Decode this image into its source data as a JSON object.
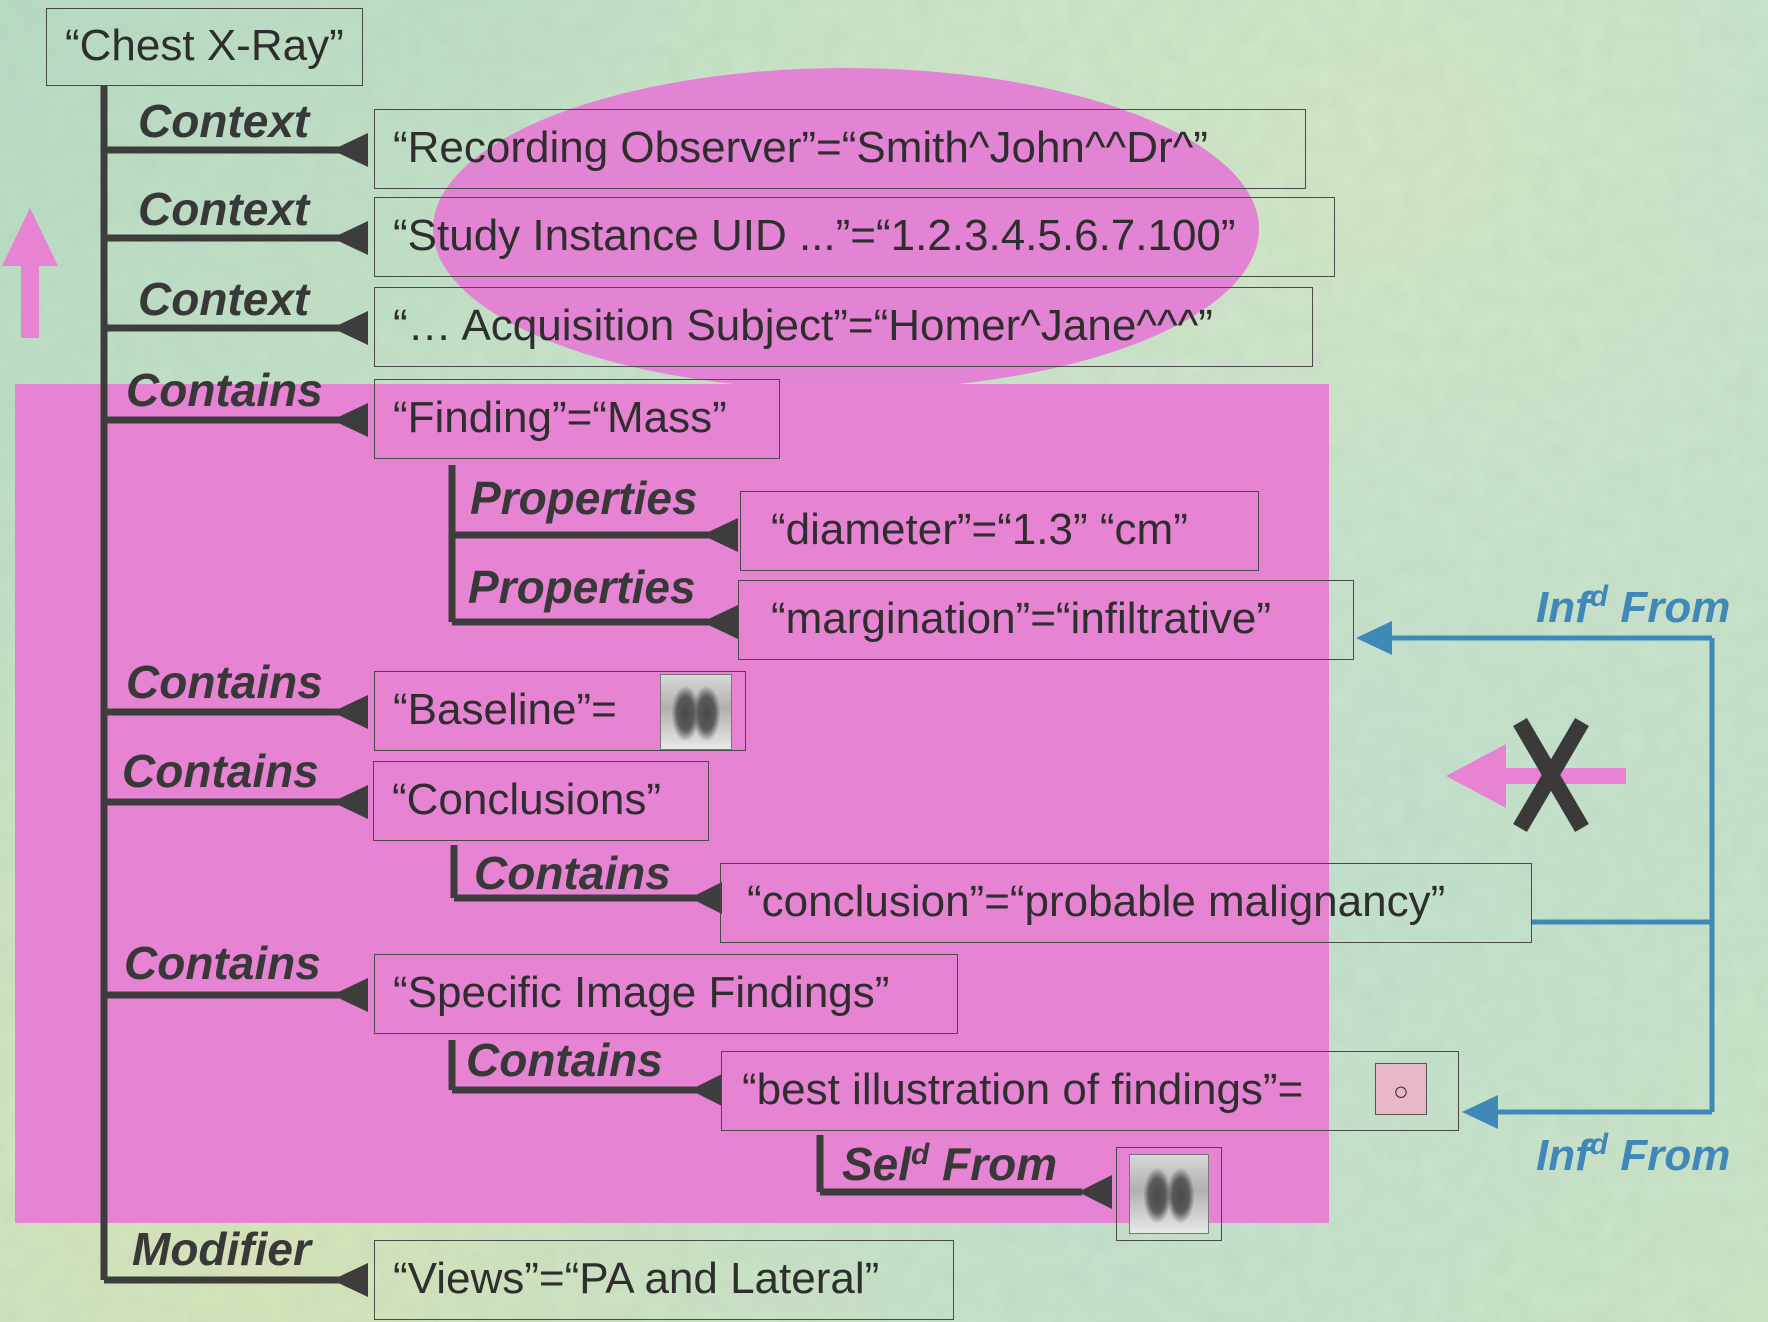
{
  "root": "“Chest X-Ray”",
  "relations": {
    "context": "Context",
    "contains": "Contains",
    "properties": "Properties",
    "modifier": "Modifier",
    "selected_from": "Sel",
    "selected_from_sup": "d",
    "selected_from_tail": " From",
    "inferred_from": "Inf",
    "inferred_from_sup": "d",
    "inferred_from_tail": " From"
  },
  "nodes": {
    "recording_observer": "“Recording Observer”=“Smith^John^^Dr^”",
    "study_instance_uid": "“Study Instance UID ...”=“1.2.3.4.5.6.7.100”",
    "acquisition_subject": "“… Acquisition Subject”=“Homer^Jane^^^”",
    "finding": "“Finding”=“Mass”",
    "diameter": "“diameter”=“1.3” “cm”",
    "margination": "“margination”=“infiltrative”",
    "baseline": "“Baseline”= ",
    "conclusions": "“Conclusions”",
    "conclusion": "“conclusion”=“probable malignancy”",
    "specific_image_findings": "“Specific Image Findings”",
    "best_illustration": "“best illustration of findings”= ",
    "views": "“Views”=“PA and Lateral”"
  },
  "icons": {
    "up_arrow": "up-arrow-icon",
    "left_arrow": "left-arrow-icon",
    "cross": "x-mark-icon",
    "xray": "chest-xray-thumbnail",
    "roi": "region-of-interest-icon",
    "roi_glyph": "○"
  },
  "colors": {
    "highlight": "#e683d3",
    "tree_lines": "#3d3d3d",
    "inference_lines": "#3f88b8",
    "background": "#c2e0c8"
  }
}
